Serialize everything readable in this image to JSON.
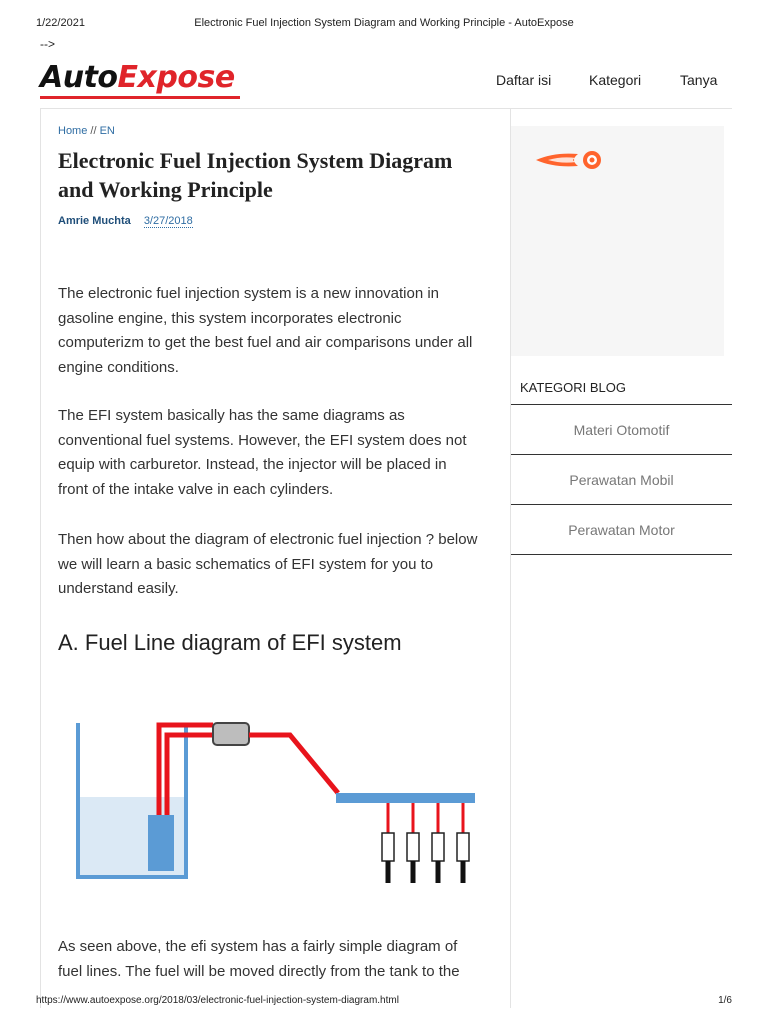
{
  "print_header": {
    "date": "1/22/2021",
    "title": "Electronic Fuel Injection System Diagram and Working Principle - AutoExpose"
  },
  "stray_text": "-->",
  "logo": {
    "part1": "Auto",
    "part2": "Expose"
  },
  "nav": [
    "Daftar isi",
    "Kategori",
    "Tanya"
  ],
  "breadcrumb": {
    "home": "Home",
    "sep": "//",
    "section": "EN"
  },
  "article": {
    "title": "Electronic Fuel Injection System Diagram and Working Principle",
    "author": "Amrie Muchta",
    "date": "3/27/2018",
    "paragraphs": [
      "The electronic fuel injection system is a new innovation in gasoline engine, this system incorporates electronic computerizm to get the best fuel and air comparisons under all engine conditions.",
      "The EFI system basically has the same diagrams as conventional fuel systems. However, the EFI system does not equip with carburetor. Instead, the injector will be placed in front of the intake valve in each cylinders.",
      "Then how about the diagram of electronic fuel injection ? below we will learn a basic schematics of EFI system for you to understand easily."
    ],
    "section_heading": "A. Fuel Line diagram of EFI system",
    "after_diagram": "As seen above, the efi system has a fairly simple diagram of fuel lines. The fuel will be moved directly from the tank to the"
  },
  "sidebar": {
    "title": "KATEGORI BLOG",
    "items": [
      "Materi Otomotif",
      "Perawatan Mobil",
      "Perawatan Motor"
    ]
  },
  "print_footer": {
    "url": "https://www.autoexpose.org/2018/03/electronic-fuel-injection-system-diagram.html",
    "page": "1/6"
  },
  "colors": {
    "brand_red": "#e0242a",
    "link_blue": "#2f6da3",
    "fuel_line": "#e8141c",
    "tank_blue": "#5b9bd5"
  }
}
